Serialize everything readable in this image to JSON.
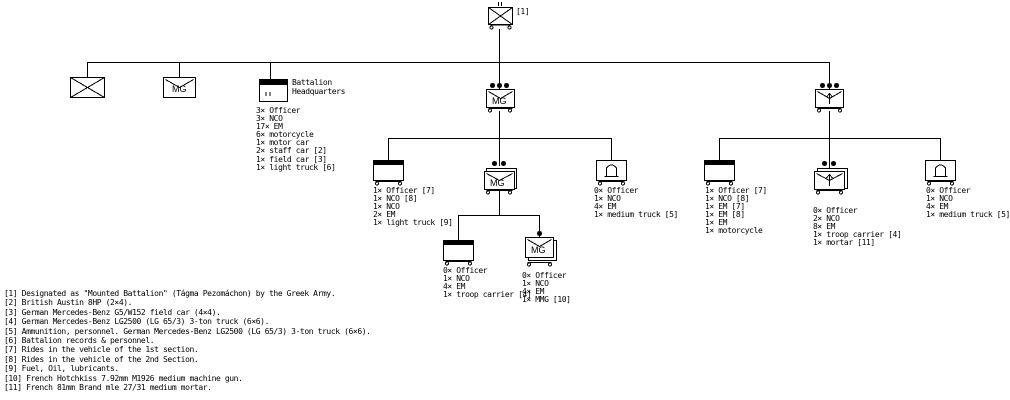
{
  "root": {
    "ref": "[1]"
  },
  "units": {
    "hq_company_label": "Battalion\nHeadquarters",
    "hq_company": [
      "3× Officer",
      "3× NCO",
      "17× EM",
      "6× motorcycle",
      "1× motor car",
      "2× staff car [2]",
      "1× field car [3]",
      "1× light truck [6]"
    ],
    "mg_company_1": {
      "symbol": "MG"
    },
    "mg_company_2": {
      "symbol": "MG"
    },
    "mortar_company": {
      "symbol": "↑"
    },
    "mg_platoon_hq": [
      "1× Officer [7]",
      "1× NCO [8]",
      "1× NCO",
      "2× EM",
      "1× light truck [9]"
    ],
    "mg_platoon_ammo": [
      "0× Officer",
      "1× NCO",
      "4× EM",
      "1× medium truck [5]"
    ],
    "mg_section_hq": [
      "0× Officer",
      "1× NCO",
      "4× EM",
      "1× troop carrier [4]"
    ],
    "mg_section_gun": [
      "0× Officer",
      "1× NCO",
      "4× EM",
      "1× MMG [10]"
    ],
    "mortar_platoon_hq": [
      "1× Officer [7]",
      "1× NCO [8]",
      "1× EM [7]",
      "1× EM [8]",
      "1× EM",
      "1× motorcycle"
    ],
    "mortar_section": [
      "0× Officer",
      "2× NCO",
      "8× EM",
      "1× troop carrier [4]",
      "1× mortar [11]"
    ],
    "mortar_platoon_ammo": [
      "0× Officer",
      "1× NCO",
      "4× EM",
      "1× medium truck [5]"
    ]
  },
  "symbols": {
    "mg": "MG",
    "mortar": "↑",
    "hq_size": "II",
    "ammo": "⩍"
  },
  "notes": [
    "[1] Designated as \"Mounted Battalion\" (Tágma Pezomáchon) by the Greek Army.",
    "[2] British Austin 8HP (2×4).",
    "[3] German Mercedes-Benz G5/W152 field car (4×4).",
    "[4] German Mercedes-Benz LG2500 (LG 65/3) 3-ton truck (6×6).",
    "[5] Ammunition, personnel. German Mercedes-Benz LG2500 (LG 65/3) 3-ton truck (6×6).",
    "[6] Battalion records & personnel.",
    "[7] Rides in the vehicle of the 1st section.",
    "[8] Rides in the vehicle of the 2nd Section.",
    "[9] Fuel, Oil, lubricants.",
    "[10] French Hotchkiss 7.92mm M1926 medium machine gun.",
    "[11] French 81mm Brand mle 27/31 medium mortar."
  ]
}
